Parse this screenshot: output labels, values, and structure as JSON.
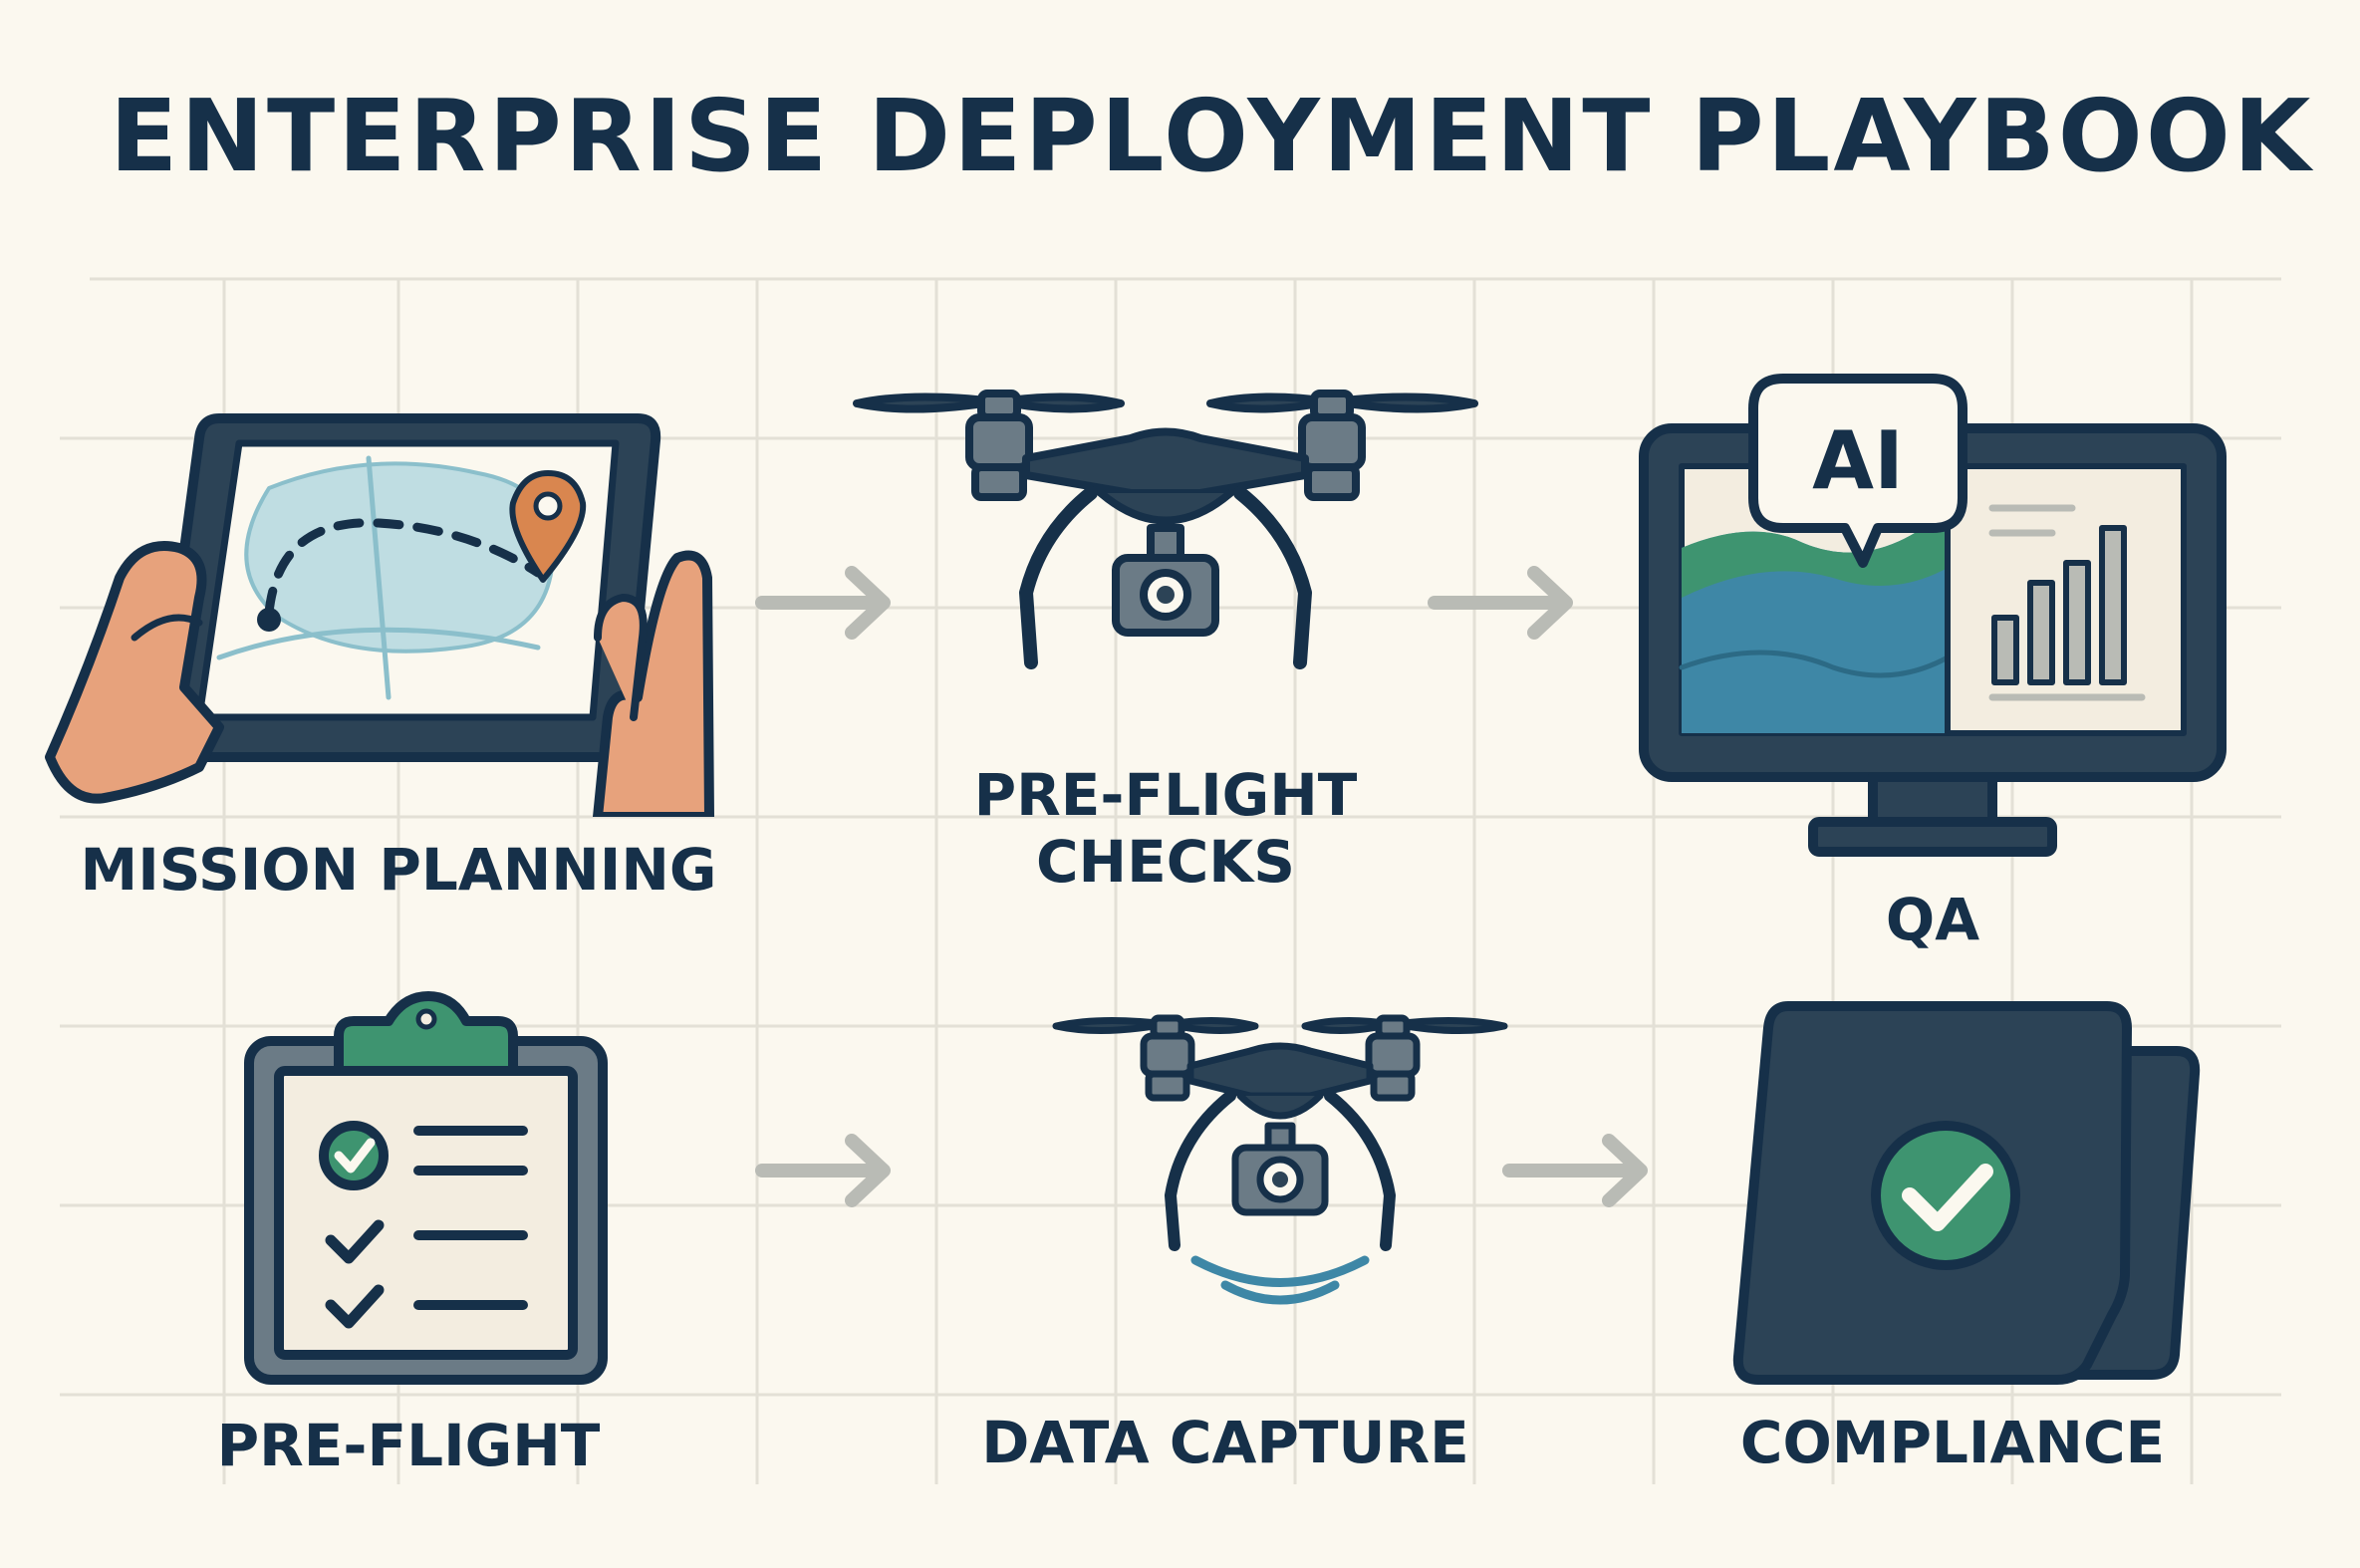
{
  "title": "ENTERPRISE DEPLOYMENT PLAYBOOK",
  "steps": [
    {
      "label": "MISSION PLANNING",
      "icon": "tablet-map-icon"
    },
    {
      "label_line1": "PRE-FLIGHT",
      "label_line2": "CHECKS",
      "icon": "drone-icon"
    },
    {
      "label": "QA",
      "icon": "ai-monitor-icon",
      "badge": "AI"
    },
    {
      "label": "PRE-FLIGHT",
      "icon": "checklist-clipboard-icon"
    },
    {
      "label": "DATA CAPTURE",
      "icon": "drone-signal-icon"
    },
    {
      "label": "COMPLIANCE",
      "icon": "compliance-folder-icon"
    }
  ],
  "colors": {
    "background": "#fbf8ef",
    "navy": "#163049",
    "dark_slate": "#2c4356",
    "teal": "#3e87a6",
    "green": "#3e9470",
    "map_water": "#bfdde2",
    "skin": "#e7a27c",
    "pin": "#d9864f",
    "arrow_gray": "#b9bbb5"
  }
}
